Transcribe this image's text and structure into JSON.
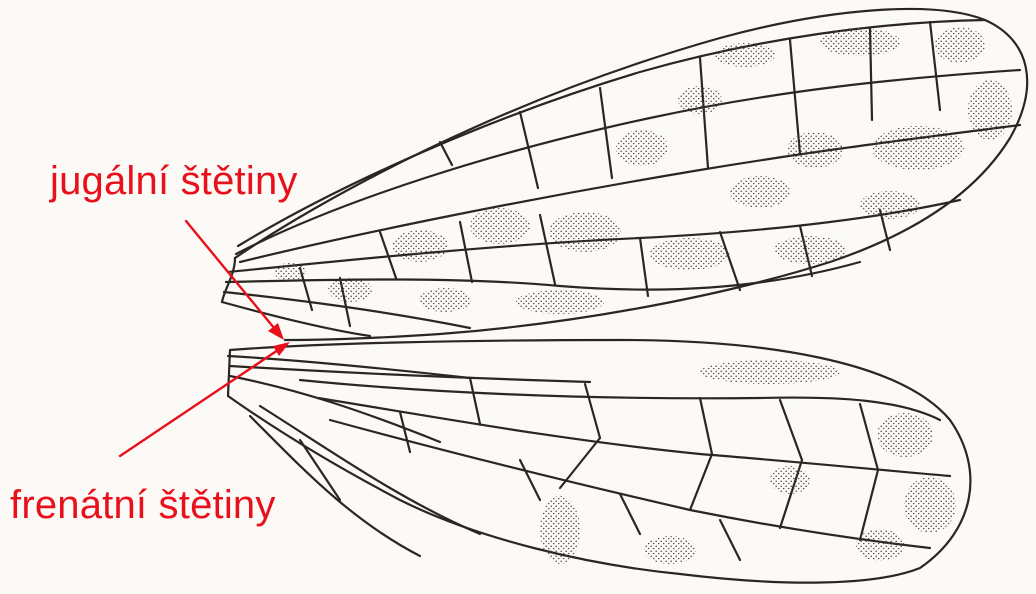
{
  "labels": {
    "jugal": "jugální štětiny",
    "frenatni": "frenátní štětiny"
  },
  "colors": {
    "annotation": "#e8101a",
    "ink": "#2a2622",
    "paper": "#fbfaf7",
    "stipple": "#4a4540"
  },
  "illustration": {
    "subject": "forewing and hindwing venation drawing",
    "pointers": [
      "jugal-pointer-arrow",
      "frenat-pointer-arrow"
    ]
  }
}
